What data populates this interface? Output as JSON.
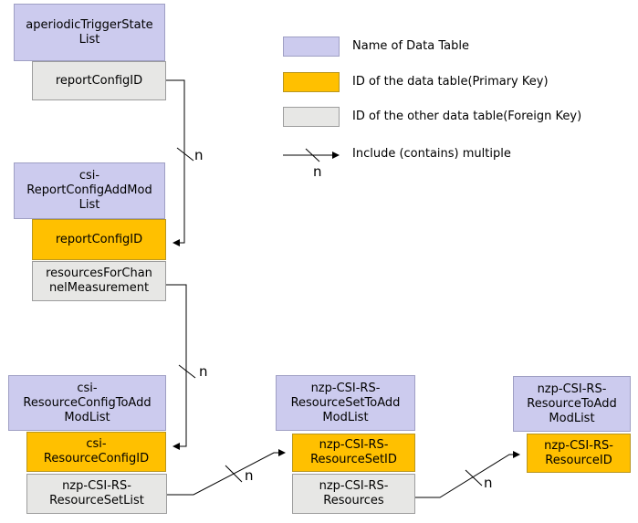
{
  "tables": {
    "aperiodic": {
      "name": "aperiodicTriggerState\nList",
      "fk": "reportConfigID"
    },
    "csi_report": {
      "name": "csi-\nReportConfigAddMod\nList",
      "pk": "reportConfigID",
      "fk": "resourcesForChan\nnelMeasurement"
    },
    "csi_resource": {
      "name": "csi-\nResourceConfigToAdd\nModList",
      "pk": "csi-\nResourceConfigID",
      "fk": "nzp-CSI-RS-\nResourceSetList"
    },
    "nzp_set": {
      "name": "nzp-CSI-RS-\nResourceSetToAdd\nModList",
      "pk": "nzp-CSI-RS-\nResourceSetID",
      "fk": "nzp-CSI-RS-\nResources"
    },
    "nzp_resource": {
      "name": "nzp-CSI-RS-\nResourceToAdd\nModList",
      "pk": "nzp-CSI-RS-\nResourceID"
    }
  },
  "legend": {
    "name_table": "Name of Data Table",
    "primary_key": "ID of the data table(Primary Key)",
    "foreign_key": "ID of the other data table(Foreign Key)",
    "include": "Include (contains) multiple",
    "include_n": "n"
  },
  "relations": {
    "r1": "n",
    "r2": "n",
    "r3": "n",
    "r4": "n"
  },
  "colors": {
    "name_table": "#cccbee",
    "primary_key": "#ffc000",
    "foreign_key": "#e7e7e5",
    "line": "#000000"
  }
}
